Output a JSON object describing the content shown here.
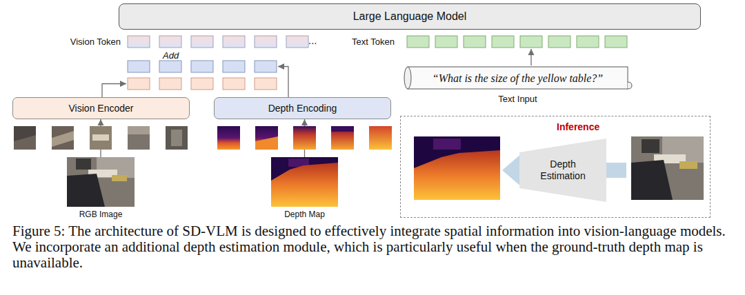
{
  "diagram": {
    "caption": "Figure 5: The architecture of SD-VLM is designed to effectively integrate spatial information into vision-language models. We incorporate an additional depth estimation module, which is particularly useful when the ground-truth depth map is unavailable.",
    "nodes": [
      {
        "text": [
          "Large Language Model"
        ]
      },
      {
        "text": [
          "“What is the size of the yellow table?”",
          "Text Input"
        ]
      },
      {
        "text": [
          "Vision Encoder"
        ]
      },
      {
        "text": [
          "Depth Encoding"
        ]
      },
      {
        "text": [
          "Inference"
        ]
      },
      {
        "text": [
          "Depth Estimation"
        ],
        "in": 4
      },
      {
        "text": [
          "RGB Image"
        ]
      },
      {
        "text": [
          "Depth Map"
        ]
      }
    ],
    "edges": [
      {
        "from": 6,
        "to": 2,
        "arrow": "to"
      },
      {
        "from": 7,
        "to": 3,
        "arrow": "to"
      }
    ],
    "labels": [
      "Vision Token",
      "Add",
      "...",
      "Text Token"
    ]
  }
}
